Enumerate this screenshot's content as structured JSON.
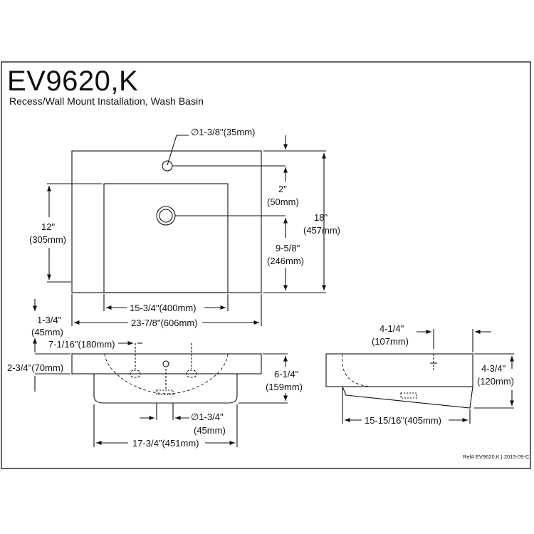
{
  "title": "EV9620,K",
  "subtitle": "Recess/Wall Mount Installation, Wash Basin",
  "dims": {
    "hole_dia": "∅1-3/8\"(35mm)",
    "dim_2in": "2\"",
    "dim_50mm": "(50mm)",
    "dim_18in": "18\"",
    "dim_457mm": "(457mm)",
    "dim_12in": "12\"",
    "dim_305mm": "(305mm)",
    "dim_958": "9-5/8\"",
    "dim_246mm": "(246mm)",
    "dim_1534": "15-3/4\"(400mm)",
    "dim_134": "1-3/4\"",
    "dim_45mm": "(45mm)",
    "dim_2378": "23-7/8\"(606mm)",
    "dim_7116": "7-1/16\"(180mm)",
    "dim_234": "2-3/4\"(70mm)",
    "dim_614": "6-1/4\"",
    "dim_159mm": "(159mm)",
    "drain_dia": "∅1-3/4\"",
    "drain_45mm": "(45mm)",
    "dim_1734": "17-3/4\"(451mm)",
    "dim_414": "4-1/4\"",
    "dim_107mm": "(107mm)",
    "dim_434": "4-3/4\"",
    "dim_120mm": "(120mm)",
    "dim_151516": "15-15/16\"(405mm)"
  },
  "ref": "Ref# EV9620,K | 2015-09-C"
}
